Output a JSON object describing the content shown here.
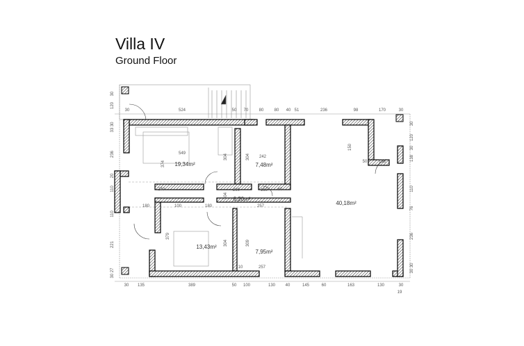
{
  "header": {
    "title": "Villa IV",
    "subtitle": "Ground Floor"
  },
  "rooms": [
    {
      "area": "19,34m²"
    },
    {
      "area": "7,48m²"
    },
    {
      "area": "6,20m²"
    },
    {
      "area": "40,18m²"
    },
    {
      "area": "13,43m²"
    },
    {
      "area": "7,95m²"
    }
  ],
  "dimensions": {
    "top": [
      "30",
      "524",
      "50",
      "70",
      "80",
      "80",
      "40",
      "51",
      "236",
      "98",
      "170",
      "30"
    ],
    "bottom": [
      "30",
      "135",
      "389",
      "50",
      "100",
      "130",
      "40",
      "145",
      "60",
      "163",
      "130",
      "30",
      "19"
    ],
    "left": [
      "30",
      "120",
      "33 30",
      "236",
      "20",
      "110",
      "110",
      "221",
      "30 27"
    ],
    "right": [
      "30",
      "120",
      "30",
      "138",
      "110",
      "76",
      "236",
      "30 30"
    ],
    "interior": [
      "549",
      "374",
      "304",
      "304",
      "242",
      "150",
      "50",
      "138",
      "240",
      "180",
      "200",
      "160",
      "60",
      "257",
      "180",
      "100",
      "379",
      "304",
      "309",
      "304",
      "257",
      "10"
    ]
  },
  "colors": {
    "wall": "#111111",
    "line": "#888888",
    "annotation": "#5a5aa8"
  }
}
